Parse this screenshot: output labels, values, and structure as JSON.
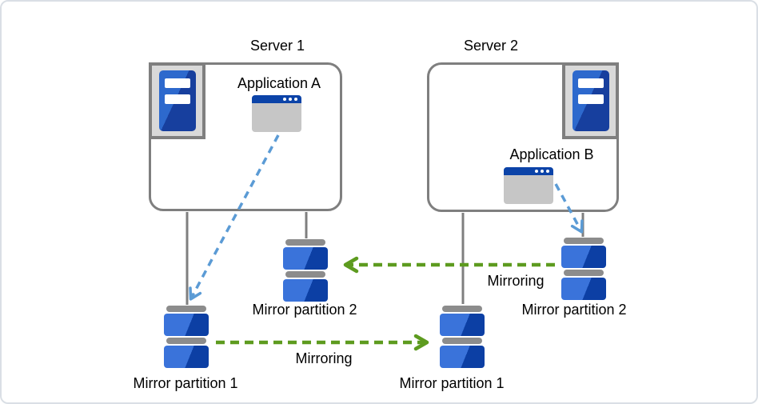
{
  "canvas": {
    "background": "#ffffff",
    "border_color": "#dadfe5"
  },
  "colors": {
    "canvas-bg": "#ffffff",
    "canvas-border": "#dadfe5",
    "box-border": "#7f7f7f",
    "connector-gray": "#7f7f7f",
    "chassis-bg": "#d9d9d9",
    "tower-light": "#2d69cd",
    "tower-dark": "#173f9e",
    "disk-light": "#3a73da",
    "disk-dark": "#0c3fa4",
    "disk-cap": "#8c8c8c",
    "window-bar": "#0b43a8",
    "window-body": "#c6c6c6",
    "blue-arrow": "#5b9bd5",
    "green-arrow": "#5d9b1f",
    "text": "#000000"
  },
  "server1": {
    "label": "Server 1",
    "application_label": "Application A",
    "mp1_label": "Mirror partition 1",
    "mp2_label": "Mirror partition 2"
  },
  "server2": {
    "label": "Server 2",
    "application_label": "Application B",
    "mp1_label": "Mirror partition 1",
    "mp2_label": "Mirror partition 2"
  },
  "links": {
    "bottom": {
      "label": "Mirroring",
      "direction": "server1-mp1-to-server2-mp1"
    },
    "top": {
      "label": "Mirroring",
      "direction": "server2-mp2-to-server1-mp2"
    }
  },
  "icons": {
    "server": "server-tower-icon",
    "application": "application-window-icon",
    "partition": "disk-stack-icon"
  }
}
